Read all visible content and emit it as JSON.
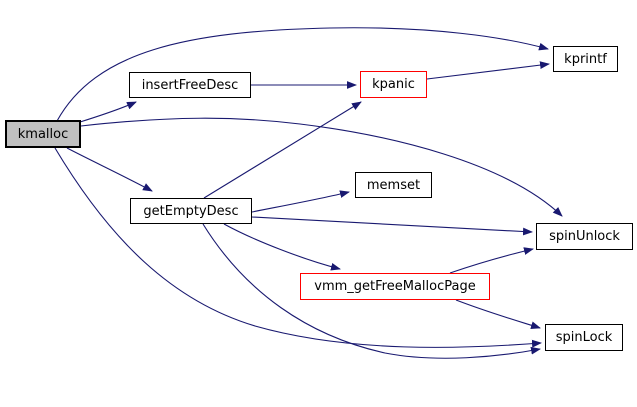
{
  "diagram": {
    "type": "call-graph",
    "background_color": "#ffffff",
    "edge_color": "#191970",
    "root_fill_color": "#c0c0c0",
    "alert_border_color": "#ff0000",
    "default_border_color": "#000000",
    "nodes": [
      {
        "id": "kmalloc",
        "label": "kmalloc",
        "style": "root"
      },
      {
        "id": "insertFreeDesc",
        "label": "insertFreeDesc",
        "style": "default"
      },
      {
        "id": "kpanic",
        "label": "kpanic",
        "style": "red"
      },
      {
        "id": "kprintf",
        "label": "kprintf",
        "style": "default"
      },
      {
        "id": "getEmptyDesc",
        "label": "getEmptyDesc",
        "style": "default"
      },
      {
        "id": "memset",
        "label": "memset",
        "style": "default"
      },
      {
        "id": "spinUnlock",
        "label": "spinUnlock",
        "style": "default"
      },
      {
        "id": "vmm_getFreeMallocPage",
        "label": "vmm_getFreeMallocPage",
        "style": "red"
      },
      {
        "id": "spinLock",
        "label": "spinLock",
        "style": "default"
      }
    ],
    "edges": [
      {
        "from": "kmalloc",
        "to": "kprintf"
      },
      {
        "from": "kmalloc",
        "to": "insertFreeDesc"
      },
      {
        "from": "kmalloc",
        "to": "getEmptyDesc"
      },
      {
        "from": "kmalloc",
        "to": "spinUnlock"
      },
      {
        "from": "kmalloc",
        "to": "spinLock"
      },
      {
        "from": "insertFreeDesc",
        "to": "kpanic"
      },
      {
        "from": "kpanic",
        "to": "kprintf"
      },
      {
        "from": "getEmptyDesc",
        "to": "kpanic"
      },
      {
        "from": "getEmptyDesc",
        "to": "memset"
      },
      {
        "from": "getEmptyDesc",
        "to": "spinUnlock"
      },
      {
        "from": "getEmptyDesc",
        "to": "vmm_getFreeMallocPage"
      },
      {
        "from": "getEmptyDesc",
        "to": "spinLock"
      },
      {
        "from": "vmm_getFreeMallocPage",
        "to": "spinUnlock"
      },
      {
        "from": "vmm_getFreeMallocPage",
        "to": "spinLock"
      }
    ]
  }
}
